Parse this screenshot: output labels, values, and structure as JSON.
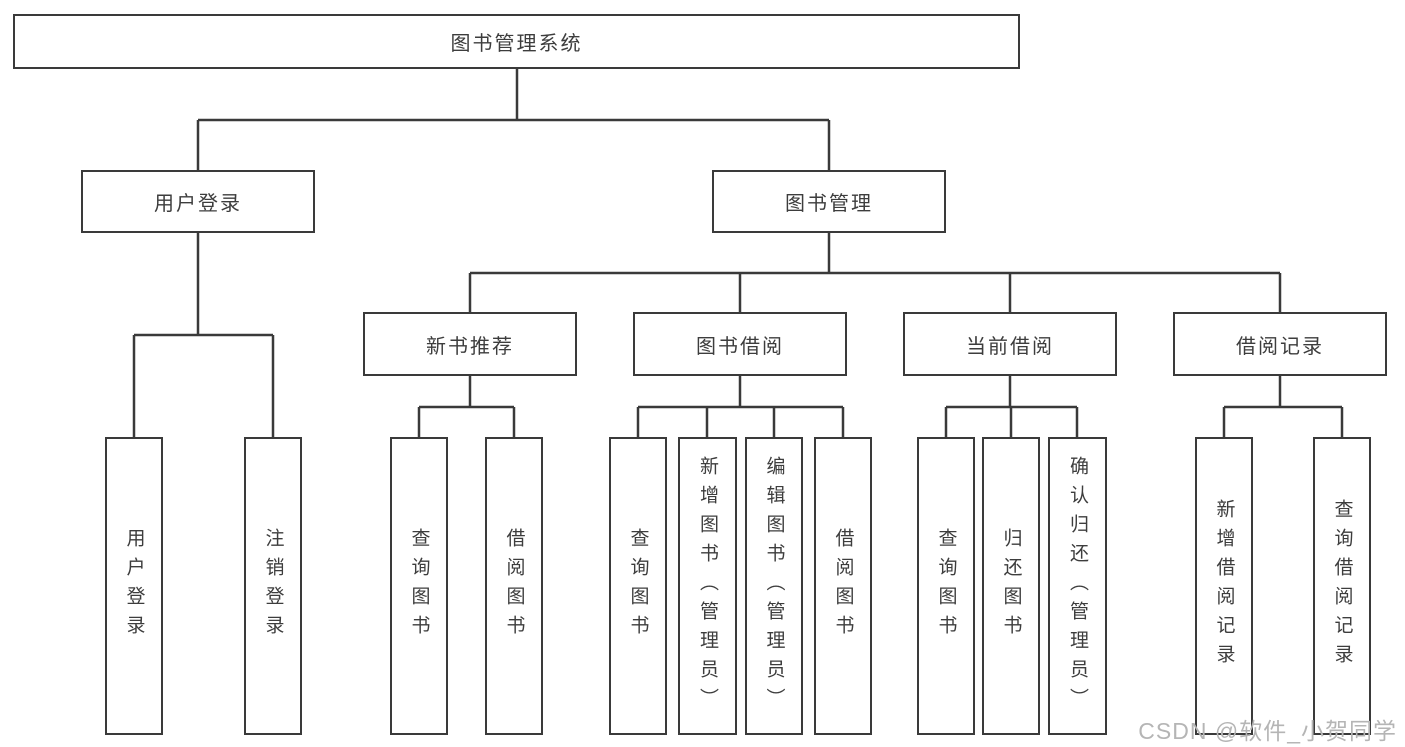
{
  "diagram": {
    "root": {
      "label": "图书管理系统"
    },
    "user_login": {
      "label": "用户登录",
      "children": [
        {
          "label": "用户登录"
        },
        {
          "label": "注销登录"
        }
      ]
    },
    "book_management": {
      "label": "图书管理",
      "children": [
        {
          "label": "新书推荐",
          "children": [
            {
              "label": "查询图书"
            },
            {
              "label": "借阅图书"
            }
          ]
        },
        {
          "label": "图书借阅",
          "children": [
            {
              "label": "查询图书"
            },
            {
              "label": "新增图书（管理员）"
            },
            {
              "label": "编辑图书（管理员）"
            },
            {
              "label": "借阅图书"
            }
          ]
        },
        {
          "label": "当前借阅",
          "children": [
            {
              "label": "查询图书"
            },
            {
              "label": "归还图书"
            },
            {
              "label": "确认归还（管理员）"
            }
          ]
        },
        {
          "label": "借阅记录",
          "children": [
            {
              "label": "新增借阅记录"
            },
            {
              "label": "查询借阅记录"
            }
          ]
        }
      ]
    },
    "colors": {
      "line": "#3a3a3a",
      "text": "#3d3d3d",
      "background": "#ffffff",
      "watermark": "#b5b5b5"
    }
  },
  "watermark": {
    "text": "CSDN @软件_小贺同学"
  }
}
